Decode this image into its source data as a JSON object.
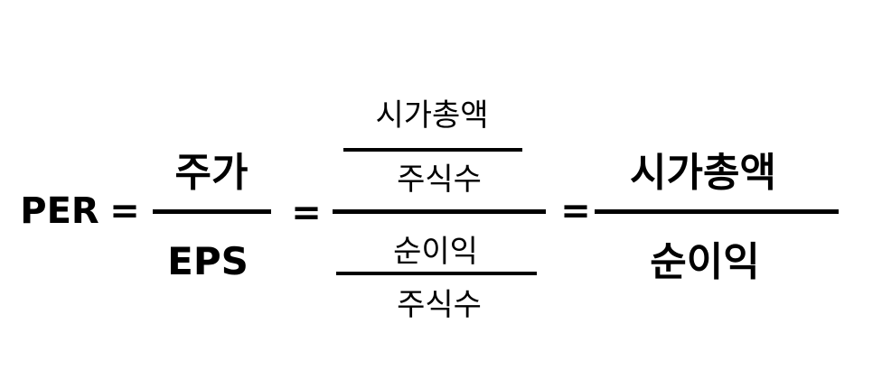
{
  "formula": {
    "lhs": "PER",
    "equals": "=",
    "term1": {
      "numerator": "주가",
      "denominator": "EPS"
    },
    "term2": {
      "upper": {
        "numerator": "시가총액",
        "denominator": "주식수"
      },
      "lower": {
        "numerator": "순이익",
        "denominator": "주식수"
      }
    },
    "term3": {
      "numerator": "시가총액",
      "denominator": "순이익"
    }
  }
}
